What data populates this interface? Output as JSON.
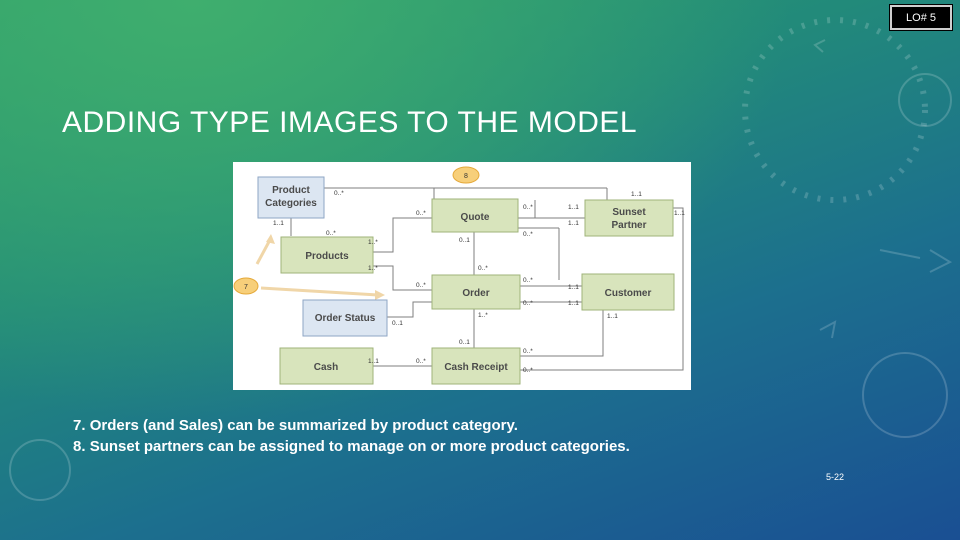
{
  "slide": {
    "badge": "LO# 5",
    "title": "ADDING TYPE IMAGES TO THE MODEL",
    "page_number": "5-22"
  },
  "diagram": {
    "entities": {
      "product_categories": [
        "Product",
        "Categories"
      ],
      "quote": "Quote",
      "sunset_partner": [
        "Sunset",
        "Partner"
      ],
      "products": "Products",
      "order": "Order",
      "customer": "Customer",
      "order_status": "Order Status",
      "cash": "Cash",
      "cash_receipt": "Cash Receipt"
    },
    "callouts": [
      "8",
      "7"
    ],
    "multiplicities": {
      "pc_right": "0..*",
      "pc_bottom": "1..1",
      "sp_top": "1..1",
      "quote_left": "0..*",
      "quote_right_top": "0..*",
      "sp_left_top": "1..1",
      "sp_left_bottom": "1..1",
      "sp_right": "1..1",
      "quote_right_bottom": "0..*",
      "prod_top_left": "0..*",
      "prod_right_top": "1..*",
      "quote_bottom": "0..1",
      "prod_right_bottom": "1..*",
      "order_top": "0..*",
      "order_right_top": "0..*",
      "cust_left_top": "1..1",
      "order_left": "0..*",
      "order_right_bottom": "0..*",
      "cust_left_bottom": "1..1",
      "cust_bottom": "1..1",
      "os_right": "0..1",
      "order_bottom": "1..*",
      "cr_top_1": "0..1",
      "cash_right": "1..1",
      "cr_left": "0..*",
      "cr_right_top": "0..*",
      "cr_right_bottom": "0..*"
    }
  },
  "notes": [
    {
      "number": "7.",
      "text": "Orders (and Sales) can be summarized by product category."
    },
    {
      "number": "8.",
      "text": "Sunset partners can be assigned to manage on or more product categories."
    }
  ]
}
